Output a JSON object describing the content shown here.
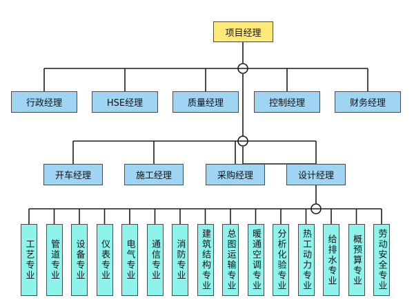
{
  "colors": {
    "top": "#ffe97a",
    "level1": "#9fd4f3",
    "level3": "#8ef3ea",
    "line": "#1a1a1a"
  },
  "diagram": {
    "root": "项目经理",
    "level1": [
      "行政经理",
      "HSE经理",
      "质量经理",
      "控制经理",
      "财务经理"
    ],
    "level2": [
      "开车经理",
      "施工经理",
      "采购经理",
      "设计经理"
    ],
    "level3": [
      "工艺专业",
      "管道专业",
      "设备专业",
      "仪表专业",
      "电气专业",
      "通信专业",
      "消防专业",
      "建筑结构专业",
      "总图运输专业",
      "暖通空调专业",
      "分析化验专业",
      "热工动力专业",
      "给排水专业",
      "概预算专业",
      "劳动安全专业"
    ]
  }
}
